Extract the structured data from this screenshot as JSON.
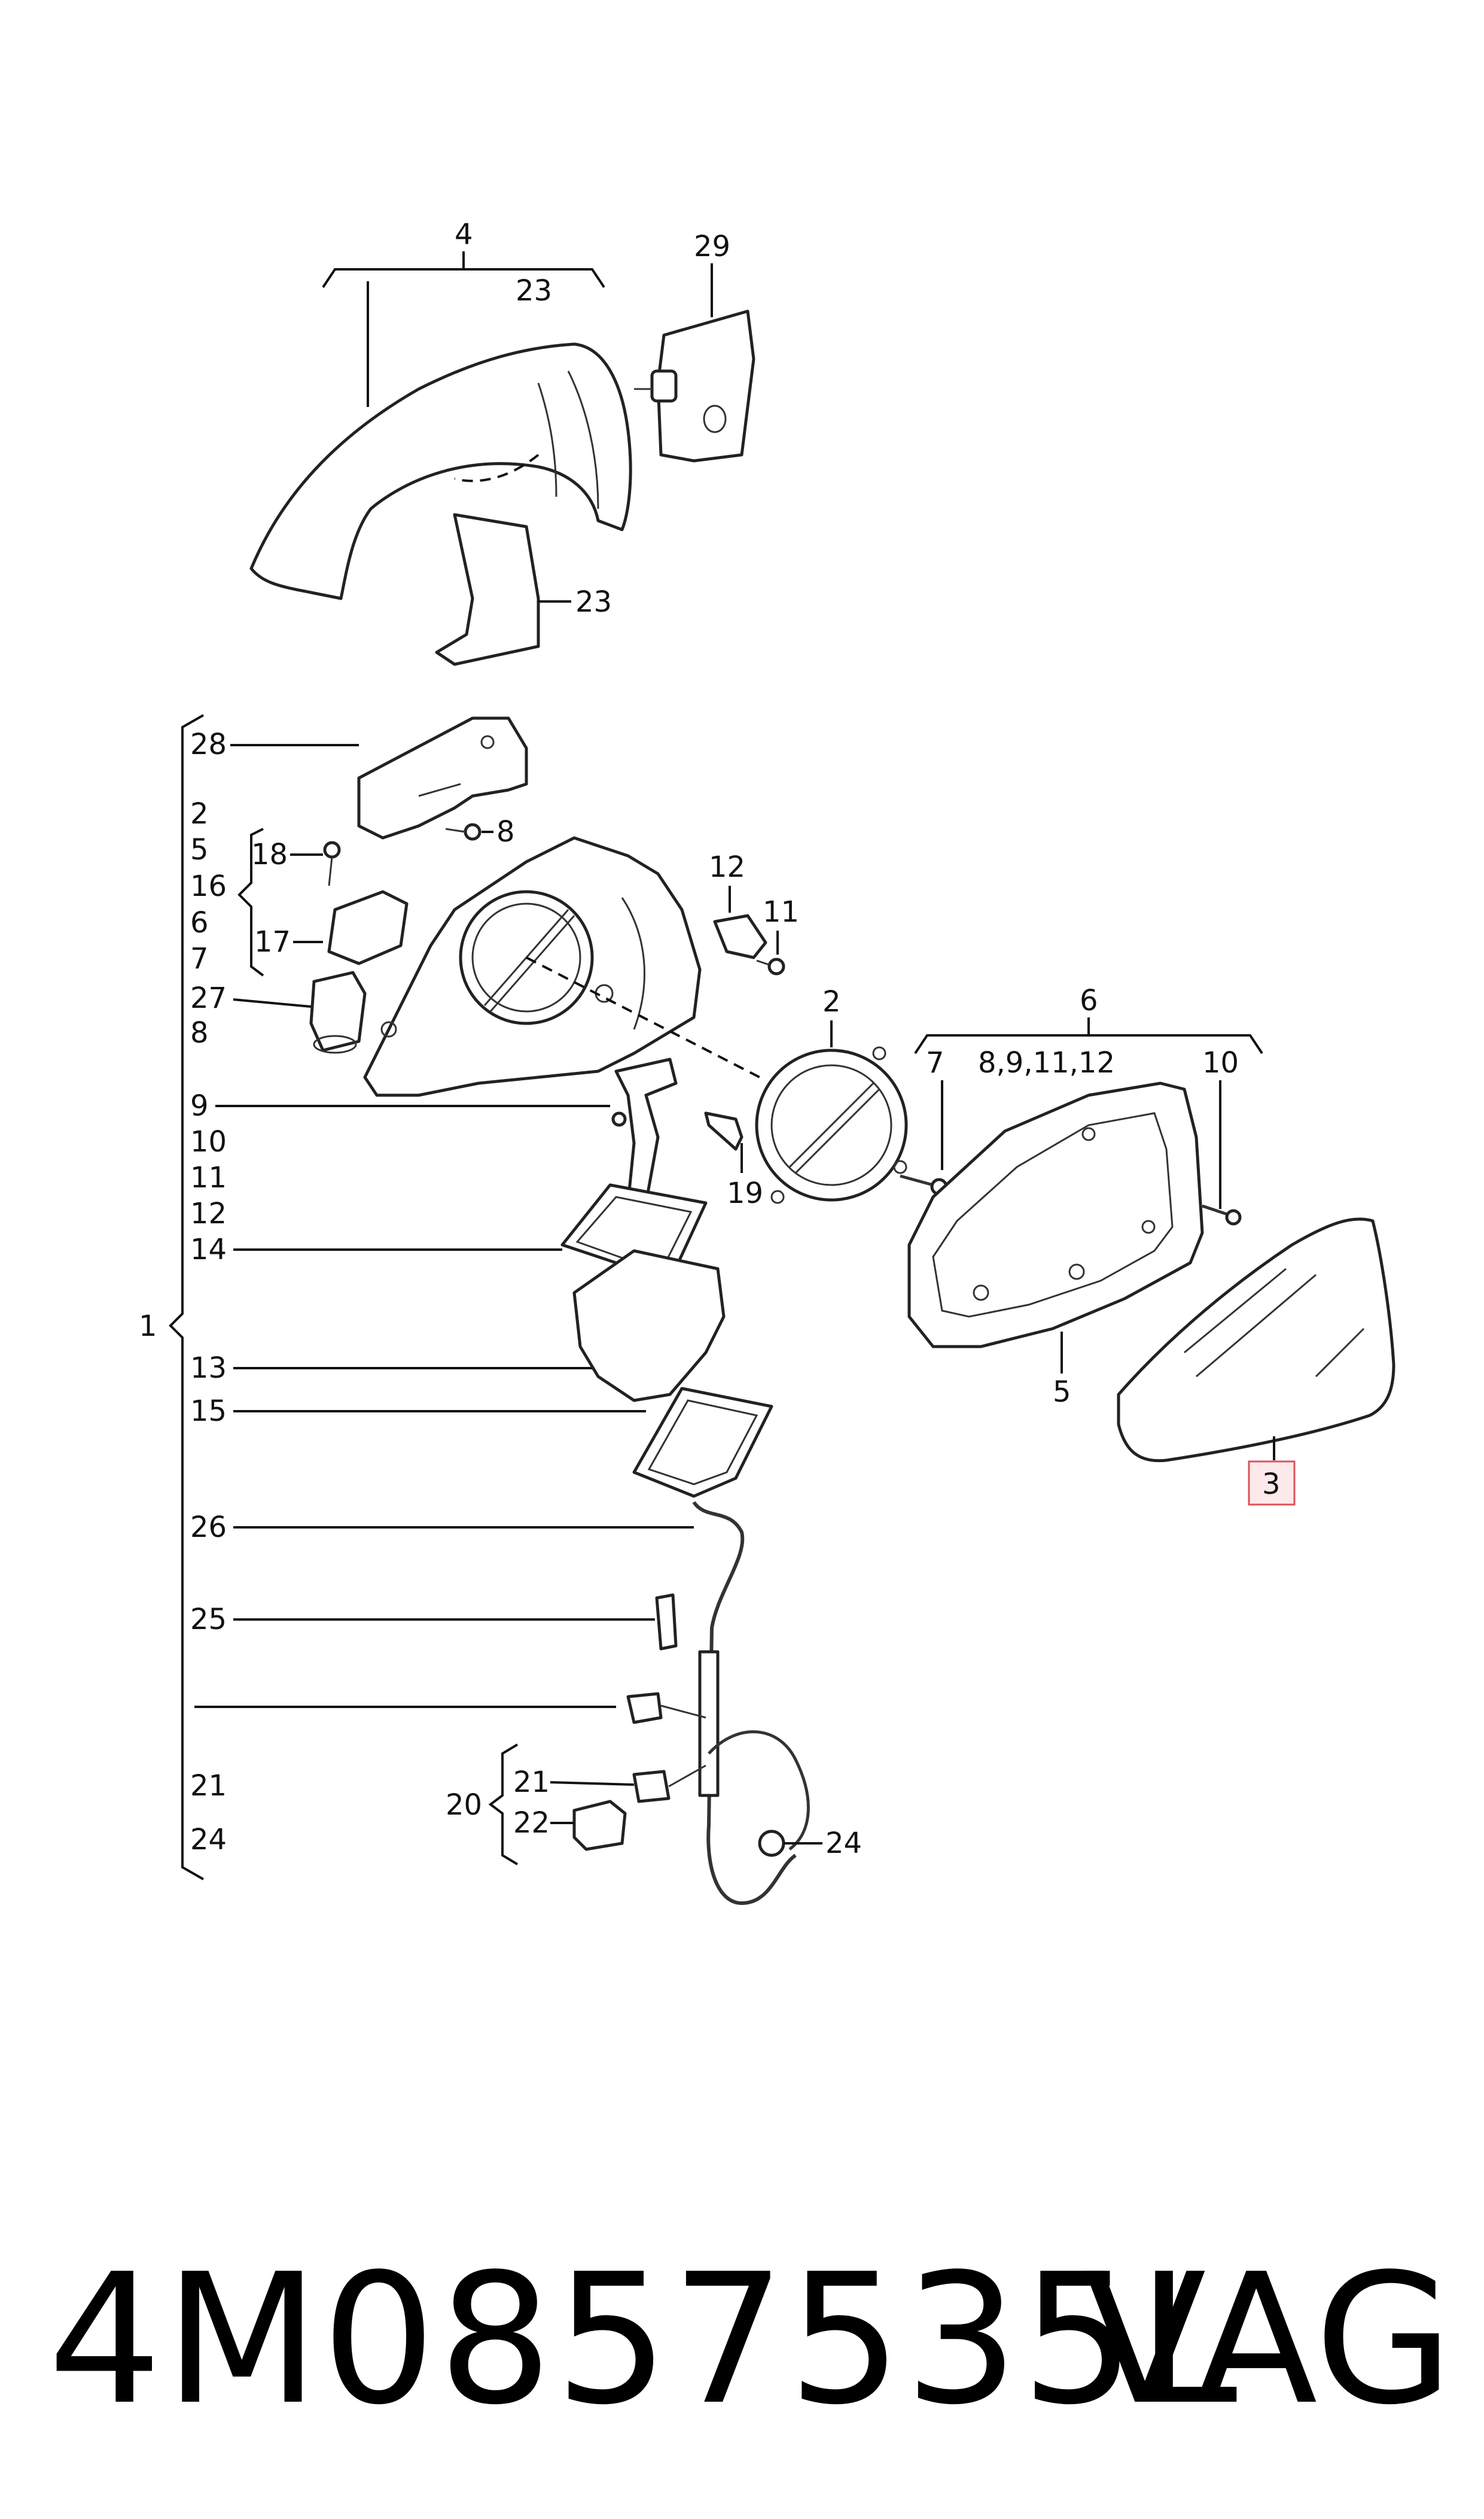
{
  "callouts": {
    "c1": "1",
    "c2a": "2",
    "c2b": "2",
    "c3": "3",
    "c4": "4",
    "c5a": "5",
    "c5b": "5",
    "c6a": "6",
    "c6b": "6",
    "c7a": "7",
    "c7b": "7",
    "c8a": "8",
    "c8b": "8",
    "c8group": "8,9,11,12",
    "c9": "9",
    "c10a": "10",
    "c10b": "10",
    "c11a": "11",
    "c11b": "11",
    "c12a": "12",
    "c12b": "12",
    "c13": "13",
    "c14": "14",
    "c15": "15",
    "c16": "16",
    "c17": "17",
    "c18": "18",
    "c19": "19",
    "c20": "20",
    "c21a": "21",
    "c21b": "21",
    "c22": "22",
    "c23a": "23",
    "c23b": "23",
    "c24a": "24",
    "c24b": "24",
    "c25": "25",
    "c26": "26",
    "c27": "27",
    "c28": "28",
    "c29": "29"
  },
  "footer": {
    "part_number": "4M0857535L",
    "brand": "VAG"
  },
  "highlight_color": "#d9535b"
}
